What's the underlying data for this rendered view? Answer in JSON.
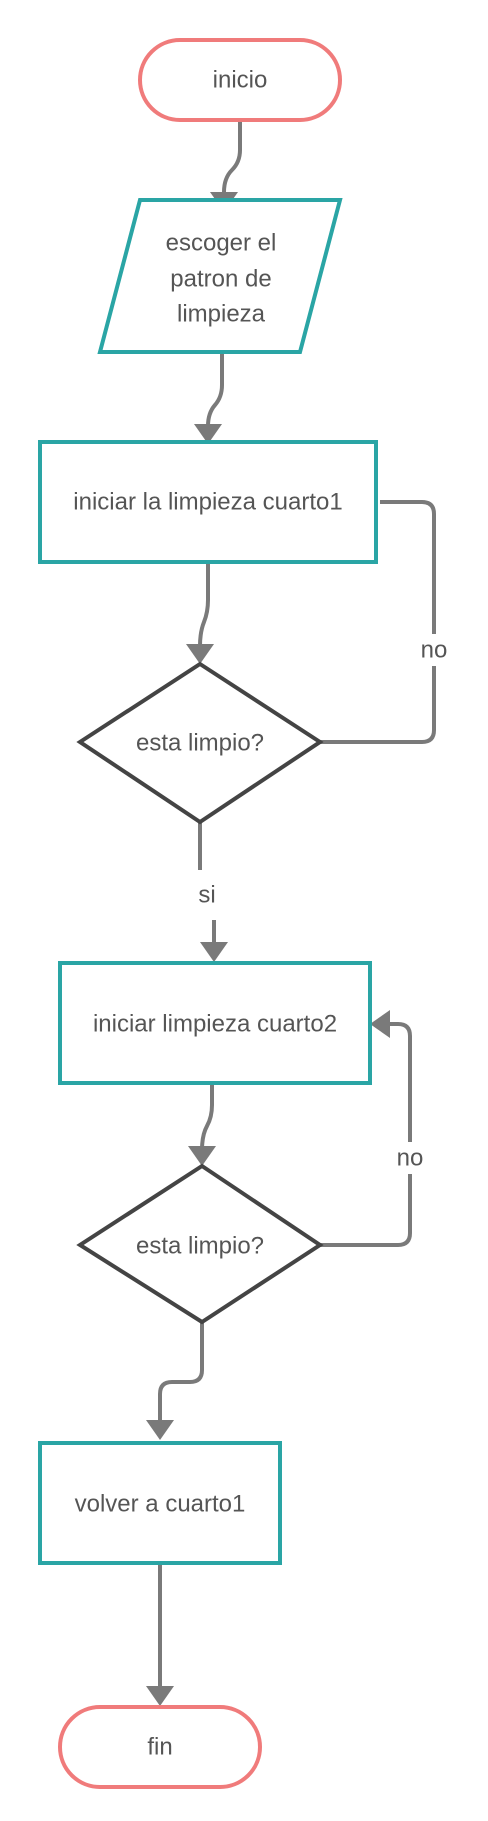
{
  "nodes": {
    "start": {
      "label": "inicio"
    },
    "choose": {
      "lines": [
        "escoger el",
        "patron de",
        "limpieza"
      ]
    },
    "clean_room1": {
      "label": "iniciar la limpieza cuarto1"
    },
    "check1": {
      "label": "esta limpio?"
    },
    "clean_room2": {
      "label": "iniciar limpieza cuarto2"
    },
    "check2": {
      "label": "esta limpio?"
    },
    "back_room1": {
      "label": "volver a cuarto1"
    },
    "end": {
      "label": "fin"
    }
  },
  "edges": {
    "check1_no": "no",
    "check1_yes": "si",
    "check2_no": "no"
  }
}
